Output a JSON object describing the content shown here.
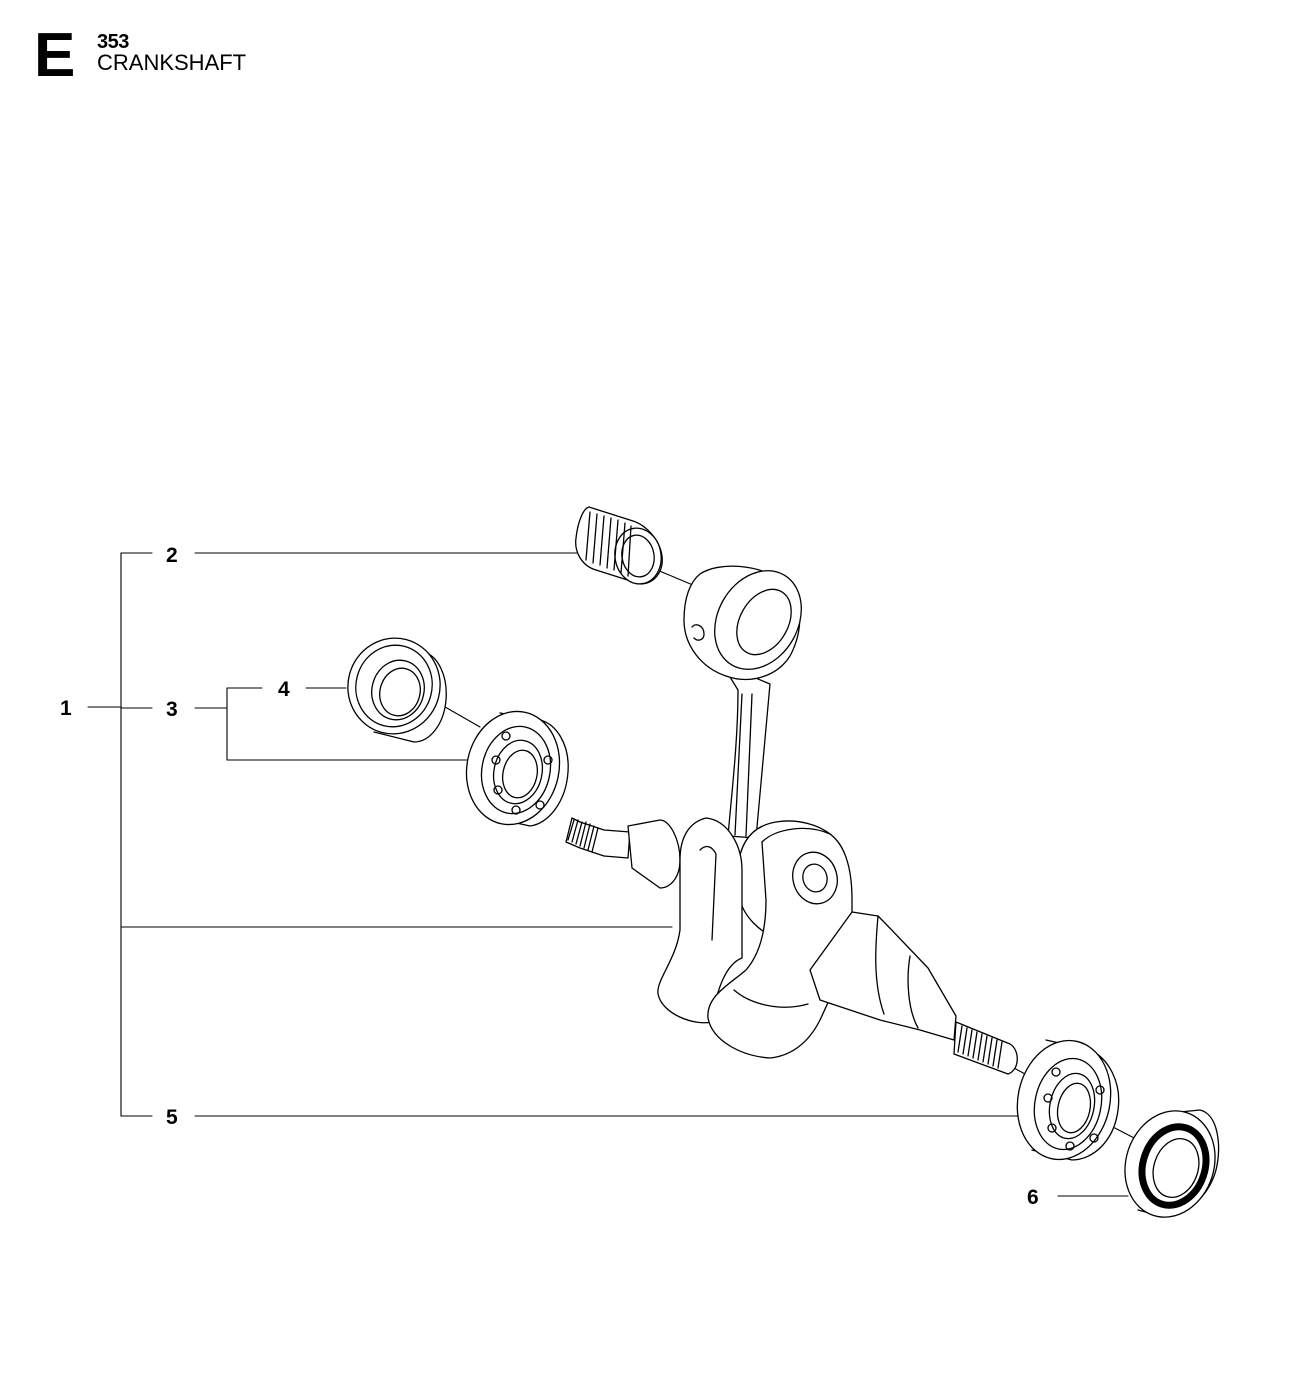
{
  "header": {
    "section_letter": "E",
    "model": "353",
    "title": "CRANKSHAFT"
  },
  "callouts": [
    {
      "id": "1",
      "label": "1"
    },
    {
      "id": "2",
      "label": "2"
    },
    {
      "id": "3",
      "label": "3"
    },
    {
      "id": "4",
      "label": "4"
    },
    {
      "id": "5",
      "label": "5"
    },
    {
      "id": "6",
      "label": "6"
    }
  ],
  "colors": {
    "line": "#000000",
    "background": "#ffffff"
  }
}
